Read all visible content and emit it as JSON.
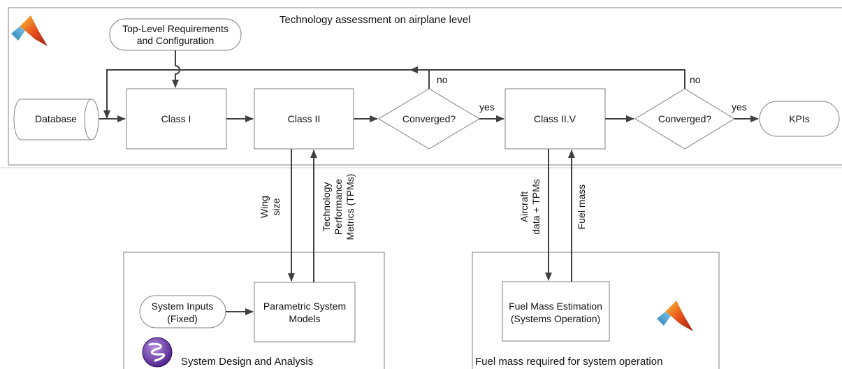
{
  "top_panel": {
    "title": "Technology assessment on airplane level"
  },
  "nodes": {
    "top_level_requirements": [
      "Top-Level Requirements",
      "and Configuration"
    ],
    "database": "Database",
    "class_1": "Class I",
    "class_2": "Class II",
    "converged_1": "Converged?",
    "class_2v": "Class II.V",
    "converged_2": "Converged?",
    "kpis": "KPIs",
    "system_inputs": [
      "System Inputs",
      "(Fixed)"
    ],
    "parametric_models": [
      "Parametric System",
      "Models"
    ],
    "fuel_mass_estimation": [
      "Fuel Mass Estimation",
      "(Systems Operation)"
    ]
  },
  "edge_labels": {
    "no_1": "no",
    "no_2": "no",
    "yes_1": "yes",
    "yes_2": "yes",
    "wing_size": [
      "Wing",
      "size"
    ],
    "tpms": [
      "Technology",
      "Performance",
      "Metrics (TPMs)"
    ],
    "aircraft_data": [
      "Aircraft",
      "data + TPMs"
    ],
    "fuel_mass": "Fuel mass"
  },
  "bottom_left_panel": {
    "title": "System Design and Analysis",
    "logo": "emacs-logo"
  },
  "bottom_right_panel": {
    "title": "Fuel mass required for system operation",
    "logo": "matlab-logo"
  },
  "top_logo": "matlab-logo",
  "colors": {
    "stroke": "#7f7f7f",
    "arrow": "#404040",
    "text": "#111111"
  }
}
